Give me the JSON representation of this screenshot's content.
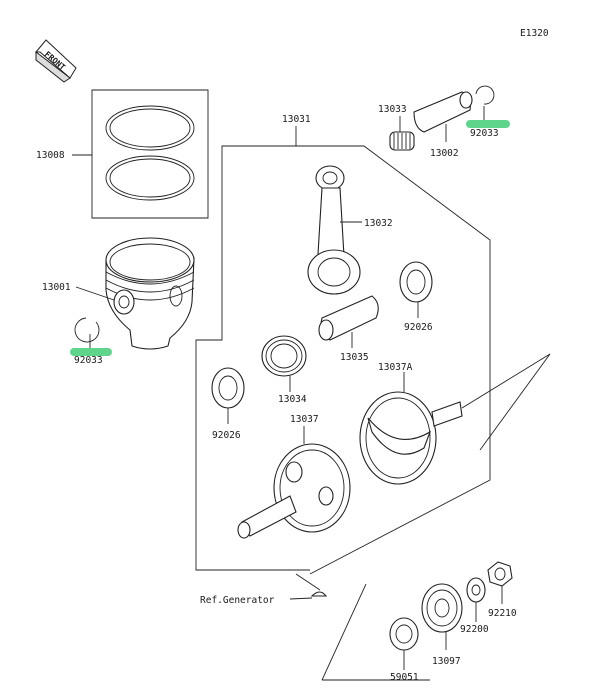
{
  "diagram_id": "E1320",
  "front_label": "FRONT",
  "highlight_color": "#5fd58c",
  "parts": {
    "p13008": "13008",
    "p13001": "13001",
    "p92033_left": "92033",
    "p13031": "13031",
    "p13033": "13033",
    "p13002": "13002",
    "p92033_right": "92033",
    "p13032": "13032",
    "p92026_right": "92026",
    "p13035": "13035",
    "p13034": "13034",
    "p13037A": "13037A",
    "p92026_left": "92026",
    "p13037": "13037",
    "ref_generator": "Ref.Generator",
    "p92210": "92210",
    "p92200": "92200",
    "p13097": "13097",
    "p59051": "59051"
  }
}
